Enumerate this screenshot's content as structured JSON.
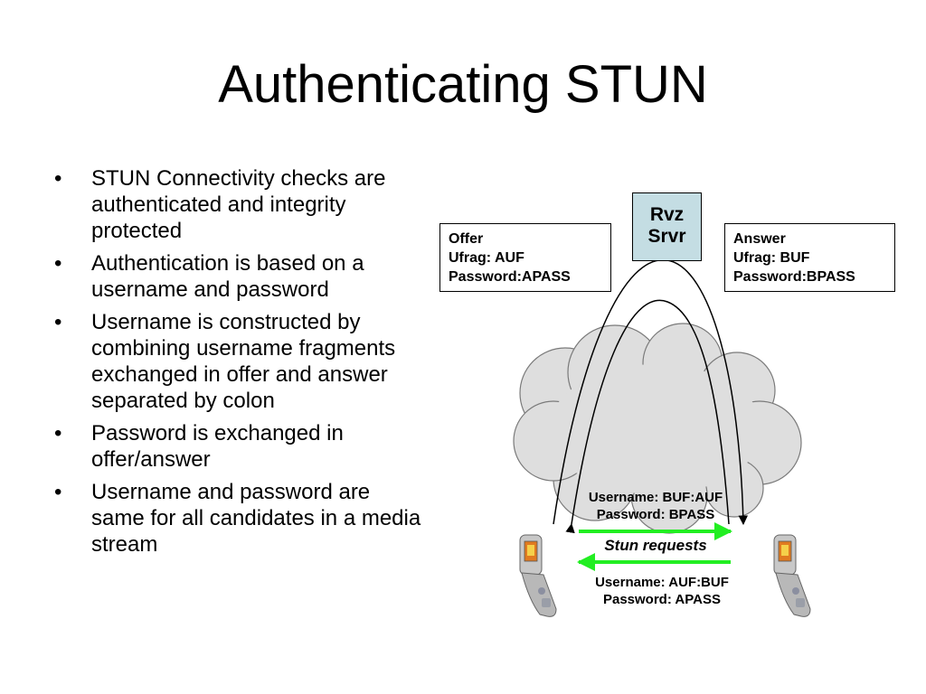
{
  "title": "Authenticating STUN",
  "bullets": [
    "STUN Connectivity checks are authenticated and integrity protected",
    "Authentication is based on a username and password",
    "Username is constructed by combining username fragments exchanged in offer and answer separated by colon",
    "Password is exchanged in offer/answer",
    "Username and password are same for all candidates in a media stream"
  ],
  "diagram": {
    "server_label": "Rvz\nSrvr",
    "offer_box": "Offer\nUfrag: AUF\nPassword:APASS",
    "answer_box": "Answer\nUfrag: BUF\nPassword:BPASS",
    "request_credentials": "Username: BUF:AUF\nPassword: BPASS",
    "stun_requests_label": "Stun requests",
    "response_credentials": "Username: AUF:BUF\nPassword: APASS",
    "icons": [
      "cloud-icon",
      "mobile-phone-icon"
    ],
    "colors": {
      "server_fill": "#c4dde3",
      "cloud_fill": "#dedede",
      "arrow_color": "#22ee22"
    }
  }
}
